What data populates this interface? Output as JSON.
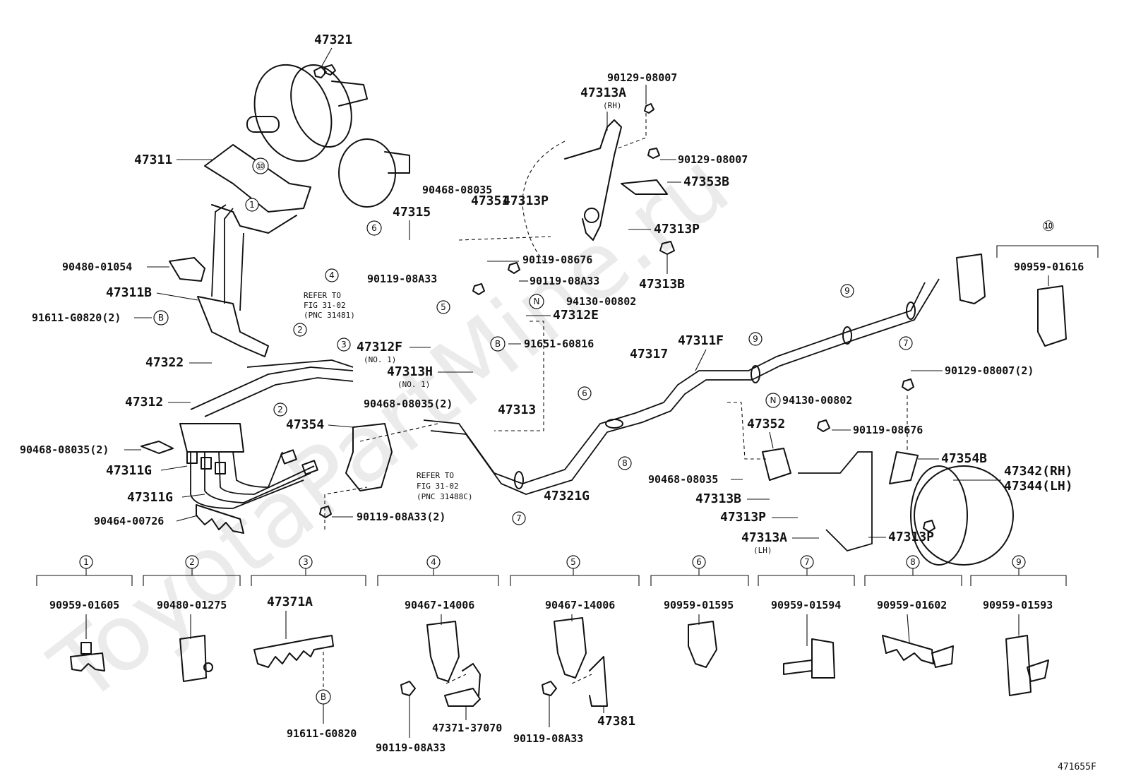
{
  "watermark": "ToyotaPartMine.ru",
  "figure_code": "471655F",
  "callouts": {
    "c47321": "47321",
    "c47311": "47311",
    "c47311B": "47311B",
    "c47322": "47322",
    "c47312": "47312",
    "c47311G_1": "47311G",
    "c47311G_2": "47311G",
    "c90480_01054": "90480-01054",
    "c91611_G0820_2": "91611-G0820(2)",
    "c90468_08035_2a": "90468-08035(2)",
    "c90464_00726": "90464-00726",
    "refer1_a": "REFER TO",
    "refer1_b": "FIG 31-02",
    "refer1_c": "(PNC 31481)",
    "c90468_08035_2b": "90468-08035(2)",
    "c47354": "47354",
    "c47313": "47313",
    "refer2_a": "REFER TO",
    "refer2_b": "FIG 31-02",
    "refer2_c": "(PNC 31488C)",
    "c90119_08A33_2": "90119-08A33(2)",
    "c47321G": "47321G",
    "c47315": "47315",
    "c90468_08035_a": "90468-08035",
    "c47351": "47351",
    "c47313P_a": "47313P",
    "c90119_08A33_a": "90119-08A33",
    "c90119_08676_a": "90119-08676",
    "c90119_08A33_b": "90119-08A33",
    "c94130_00802_a": "94130-00802",
    "c47312E": "47312E",
    "c47312F": "47312F",
    "c47312F_no": "(NO. 1)",
    "c47313H": "47313H",
    "c47313H_no": "(NO. 1)",
    "c91651_60816": "91651-60816",
    "c90129_08007_a": "90129-08007",
    "c47313A_rh": "47313A",
    "rh_note": "(RH)",
    "c90129_08007_b": "90129-08007",
    "c47353B": "47353B",
    "c47313P_b": "47313P",
    "c47313B_a": "47313B",
    "c47317": "47317",
    "c47311F": "47311F",
    "c90129_08007_2": "90129-08007(2)",
    "c94130_00802_b": "94130-00802",
    "c47352": "47352",
    "c90119_08676_b": "90119-08676",
    "c47354B": "47354B",
    "c47342": "47342(RH)",
    "c47344": "47344(LH)",
    "c90468_08035_b": "90468-08035",
    "c47313B_b": "47313B",
    "c47313P_c": "47313P",
    "c47313A_lh": "47313A",
    "lh_note": "(LH)",
    "c47313P_d": "47313P",
    "c90959_01616": "90959-01616"
  },
  "markers": {
    "m1": "1",
    "m2": "2",
    "m3": "3",
    "m4": "4",
    "m5": "5",
    "m6": "6",
    "m7": "7",
    "m8": "8",
    "m9": "9",
    "m10": "⑩",
    "mB": "B",
    "mN": "N"
  },
  "legend": [
    {
      "num": "1",
      "part": "90959-01605"
    },
    {
      "num": "2",
      "part": "90480-01275"
    },
    {
      "num": "3",
      "part": "47371A",
      "sub": "91611-G0820",
      "sub_marker": "B"
    },
    {
      "num": "4",
      "part": "90467-14006",
      "sub": "47371-37070",
      "bolt": "90119-08A33"
    },
    {
      "num": "5",
      "part": "90467-14006",
      "sub": "47381",
      "bolt": "90119-08A33"
    },
    {
      "num": "6",
      "part": "90959-01595"
    },
    {
      "num": "7",
      "part": "90959-01594"
    },
    {
      "num": "8",
      "part": "90959-01602"
    },
    {
      "num": "9",
      "part": "90959-01593"
    }
  ]
}
